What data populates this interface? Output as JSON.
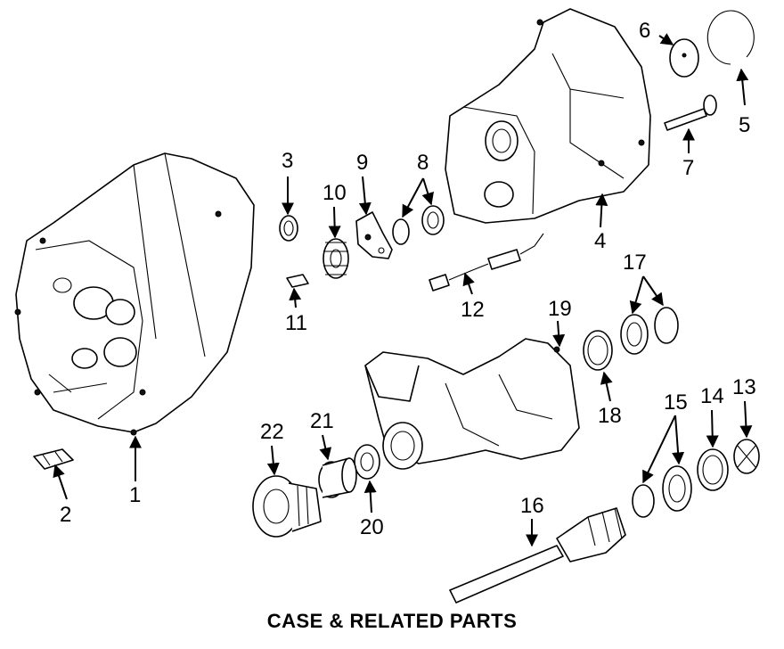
{
  "title": "CASE & RELATED PARTS",
  "callouts": [
    {
      "id": "1",
      "label": "1"
    },
    {
      "id": "2",
      "label": "2"
    },
    {
      "id": "3",
      "label": "3"
    },
    {
      "id": "4",
      "label": "4"
    },
    {
      "id": "5",
      "label": "5"
    },
    {
      "id": "6",
      "label": "6"
    },
    {
      "id": "7",
      "label": "7"
    },
    {
      "id": "8",
      "label": "8"
    },
    {
      "id": "9",
      "label": "9"
    },
    {
      "id": "10",
      "label": "10"
    },
    {
      "id": "11",
      "label": "11"
    },
    {
      "id": "12",
      "label": "12"
    },
    {
      "id": "13",
      "label": "13"
    },
    {
      "id": "14",
      "label": "14"
    },
    {
      "id": "15",
      "label": "15"
    },
    {
      "id": "16",
      "label": "16"
    },
    {
      "id": "17",
      "label": "17"
    },
    {
      "id": "18",
      "label": "18"
    },
    {
      "id": "19",
      "label": "19"
    },
    {
      "id": "20",
      "label": "20"
    },
    {
      "id": "21",
      "label": "21"
    },
    {
      "id": "22",
      "label": "22"
    }
  ]
}
